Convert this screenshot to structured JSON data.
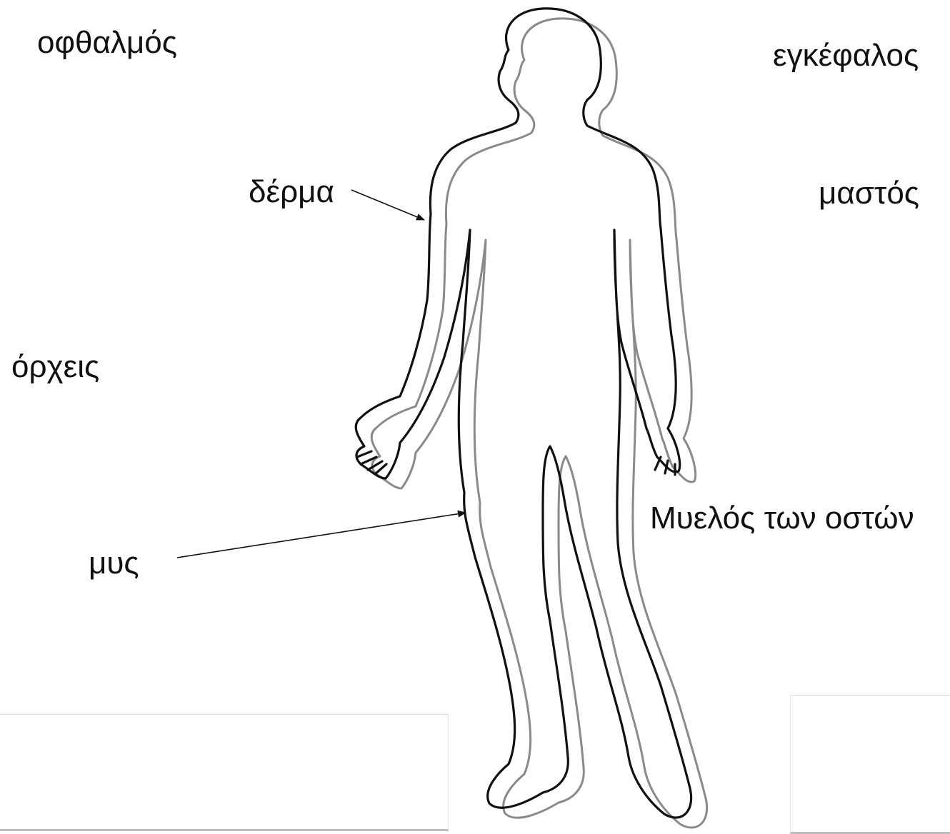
{
  "labels": {
    "eye": "οφθαλμός",
    "brain": "εγκέφαλος",
    "skin": "δέρμα",
    "breast": "μαστός",
    "testes": "όρχεις",
    "bone_marrow": "Μυελός των οστών",
    "muscle": "μυς"
  },
  "colors": {
    "outline_front": "#111111",
    "outline_shadow": "#8a8a8a",
    "text": "#111111"
  }
}
